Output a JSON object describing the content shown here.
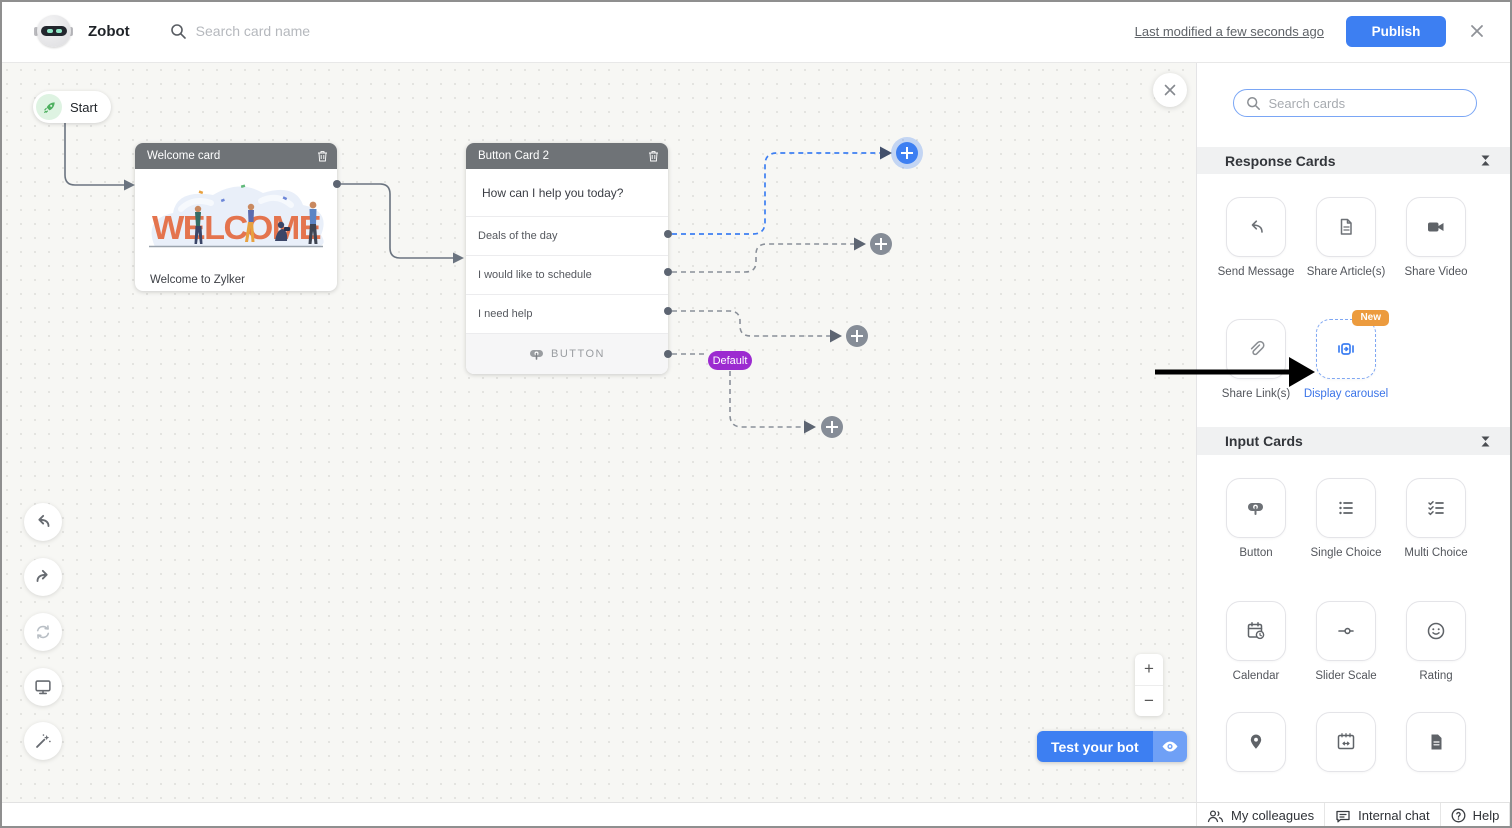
{
  "header": {
    "app_title": "Zobot",
    "search_placeholder": "Search card name",
    "last_modified": "Last modified a few seconds ago",
    "publish_label": "Publish"
  },
  "canvas": {
    "start_label": "Start",
    "welcome_card": {
      "title": "Welcome card",
      "illustration_text": "WELCOME",
      "message": "Welcome to Zylker"
    },
    "button_card": {
      "title": "Button Card 2",
      "question": "How can I help you today?",
      "options": [
        "Deals of the day",
        "I would like to schedule",
        "I need help"
      ],
      "footer_label": "BUTTON"
    },
    "default_badge": "Default",
    "zoom_in_label": "+",
    "zoom_out_label": "−",
    "test_bot_label": "Test your bot"
  },
  "sidebar": {
    "search_placeholder": "Search cards",
    "response_section": {
      "title": "Response Cards",
      "cards": [
        {
          "label": "Send Message",
          "icon": "reply-arrow-icon"
        },
        {
          "label": "Share Article(s)",
          "icon": "article-icon"
        },
        {
          "label": "Share Video",
          "icon": "video-camera-icon"
        },
        {
          "label": "Share Link(s)",
          "icon": "paperclip-icon"
        },
        {
          "label": "Display carousel",
          "icon": "carousel-icon",
          "badge": "New",
          "highlighted": true
        }
      ]
    },
    "input_section": {
      "title": "Input Cards",
      "cards": [
        {
          "label": "Button",
          "icon": "button-tap-icon"
        },
        {
          "label": "Single Choice",
          "icon": "bullet-list-icon"
        },
        {
          "label": "Multi Choice",
          "icon": "checklist-icon"
        },
        {
          "label": "Calendar",
          "icon": "calendar-clock-icon"
        },
        {
          "label": "Slider Scale",
          "icon": "slider-icon"
        },
        {
          "label": "Rating",
          "icon": "smiley-icon"
        },
        {
          "label": "",
          "icon": "location-pin-icon"
        },
        {
          "label": "",
          "icon": "calendar-range-icon"
        },
        {
          "label": "",
          "icon": "file-icon"
        }
      ]
    }
  },
  "status_bar": {
    "items": [
      "My colleagues",
      "Internal chat",
      "Help"
    ]
  },
  "colors": {
    "accent_blue": "#3d7ff2",
    "badge_orange": "#ec9b3e",
    "default_purple": "#9c2bd0",
    "node_header_gray": "#6f7377",
    "welcome_orange": "#e4744e"
  }
}
